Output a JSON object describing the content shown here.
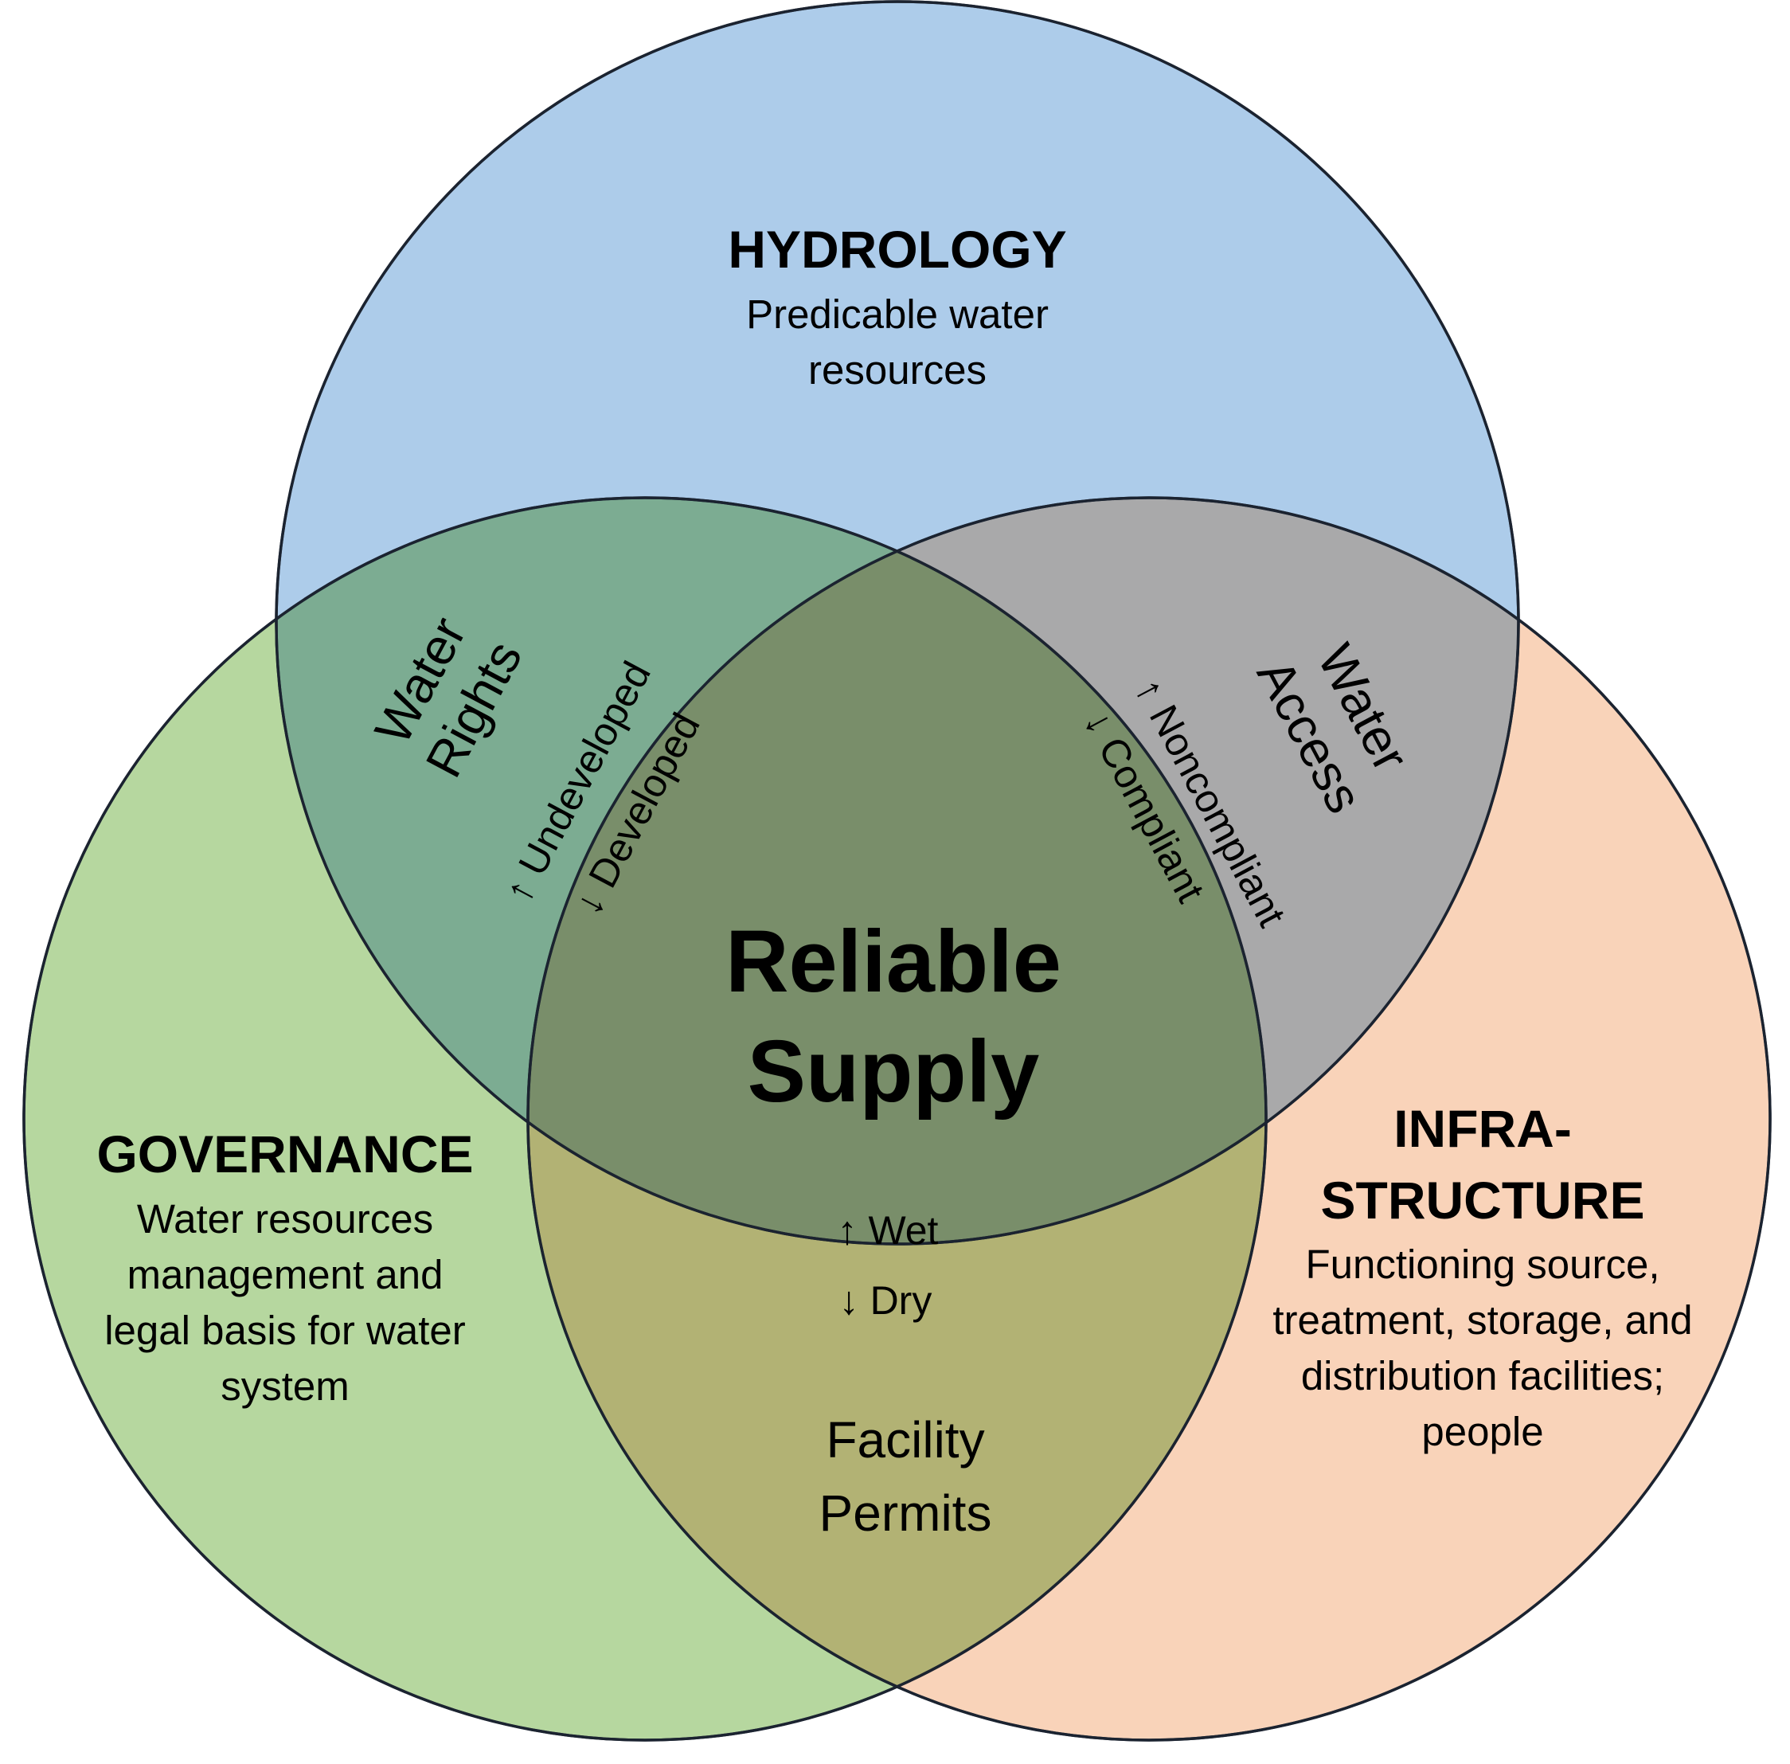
{
  "colors": {
    "hydrology": "#9fc3e7",
    "governance": "#a9d08e",
    "infrastructure": "#f8cbad",
    "outline": "#1b2330"
  },
  "hydrology": {
    "title": "HYDROLOGY",
    "desc": [
      "Predicable water",
      "resources"
    ]
  },
  "governance": {
    "title": "GOVERNANCE",
    "desc": [
      "Water resources",
      "management and",
      "legal basis for water",
      "system"
    ]
  },
  "infrastructure": {
    "title": [
      "INFRA-",
      "STRUCTURE"
    ],
    "desc": [
      "Functioning source,",
      "treatment, storage, and",
      "distribution facilities;",
      "people"
    ]
  },
  "center": [
    "Reliable",
    "Supply"
  ],
  "water_rights": {
    "label": [
      "Water",
      "Rights"
    ],
    "up": "↑ Undeveloped",
    "down": "↓ Developed"
  },
  "water_access": {
    "label": [
      "Water",
      "Access"
    ],
    "up": "↑ Noncompliant",
    "down": "↓ Compliant"
  },
  "facility_permits": {
    "label": [
      "Facility",
      "Permits"
    ],
    "up": "↑ Wet",
    "down": "↓ Dry"
  }
}
